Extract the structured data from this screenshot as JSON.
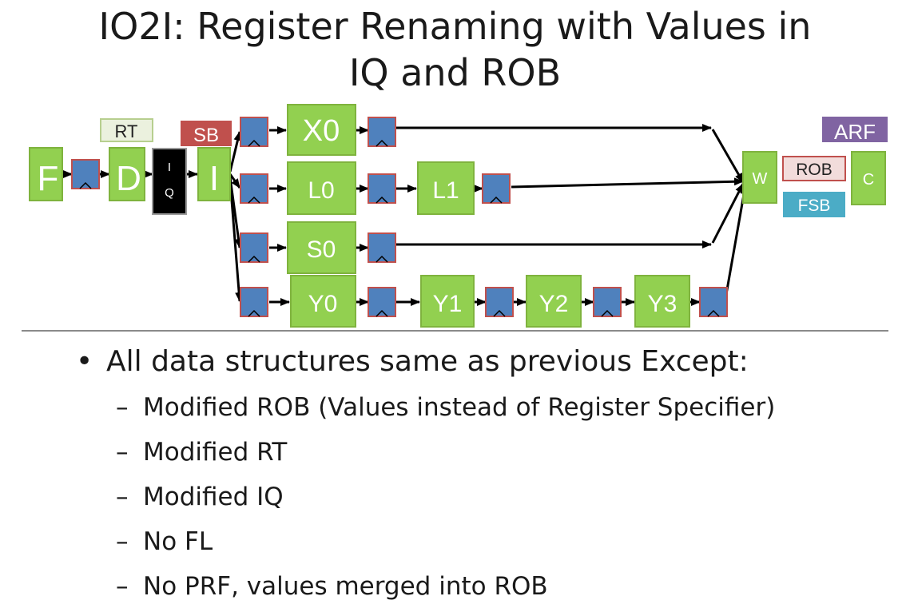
{
  "title": {
    "line1": "IO2I: Register Renaming with Values in",
    "line2": "IQ and ROB"
  },
  "pipeline": {
    "fetch": "F",
    "decode": "D",
    "issue_queue": [
      "I",
      "Q"
    ],
    "issue": "I",
    "rename_table": "RT",
    "scoreboard": "SB",
    "writeback": "W",
    "commit": "C",
    "arf": "ARF",
    "rob": "ROB",
    "fsb": "FSB",
    "x0": "X0",
    "l0": "L0",
    "l1": "L1",
    "s0": "S0",
    "y0": "Y0",
    "y1": "Y1",
    "y2": "Y2",
    "y3": "Y3"
  },
  "colors": {
    "stage": "#92d050",
    "stage_text": "#ffffff",
    "pipe_register": "#4f81bd",
    "pipe_register_border": "#c0504d",
    "rt": "#ebf1de",
    "sb": "#c0504d",
    "arf": "#8064a2",
    "rob": "#f2dcdb",
    "fsb": "#4bacc6",
    "iq": "#000000"
  },
  "bullets": {
    "main": "All data structures same as previous Except:",
    "items": [
      "Modified ROB (Values instead of Register Specifier)",
      "Modified RT",
      "Modified IQ",
      "No FL",
      "No PRF, values merged into ROB"
    ]
  }
}
